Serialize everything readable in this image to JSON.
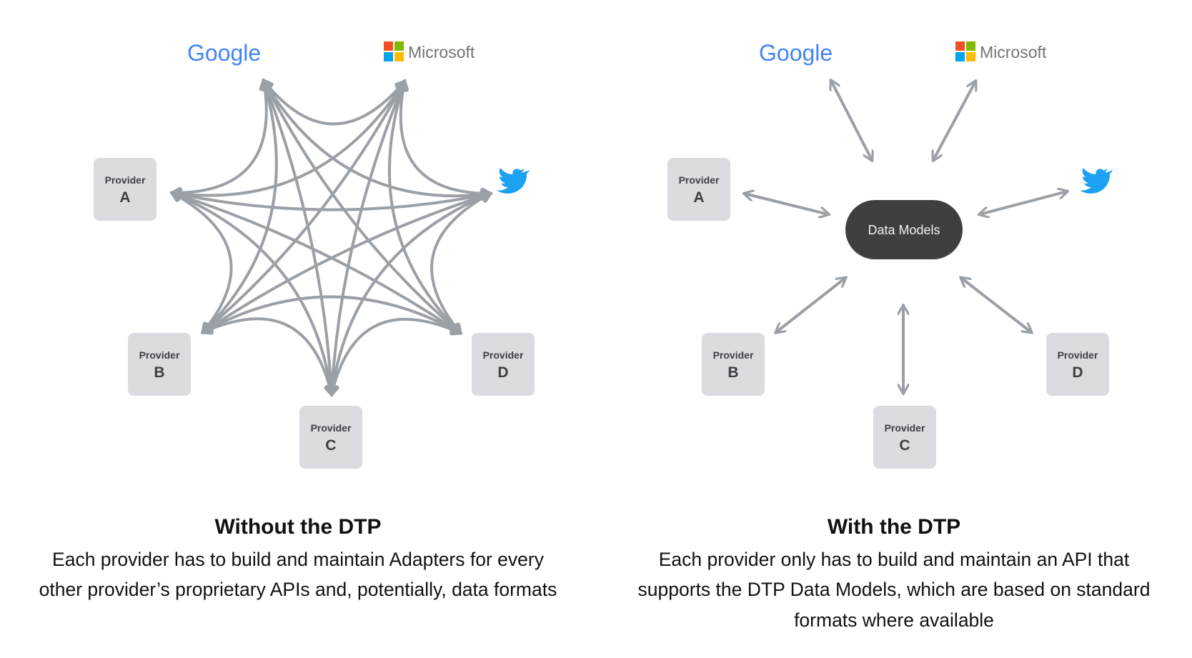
{
  "logos": {
    "google": "Google",
    "microsoft": "Microsoft",
    "twitter": "twitter-bird-icon"
  },
  "provider_label": "Provider",
  "providers": [
    "A",
    "B",
    "C",
    "D"
  ],
  "hub_label": "Data Models",
  "left": {
    "title": "Without the DTP",
    "text": "Each provider has to build and maintain Adapters for every other provider’s proprietary APIs and, potentially, data formats"
  },
  "right": {
    "title": "With the DTP",
    "text": "Each provider only has to build and maintain an API that supports the DTP Data Models, which are based on standard formats where available"
  },
  "colors": {
    "arrow": "#9aa0a6",
    "provider_box": "#dadce0",
    "hub": "#3f3f3f",
    "twitter": "#1da1f2",
    "google_blue": "#4285f4",
    "google_red": "#ea4335",
    "google_yellow": "#fbbc05",
    "google_green": "#34a853",
    "ms_red": "#f25022",
    "ms_green": "#7fba00",
    "ms_blue": "#00a4ef",
    "ms_yellow": "#ffb900"
  }
}
